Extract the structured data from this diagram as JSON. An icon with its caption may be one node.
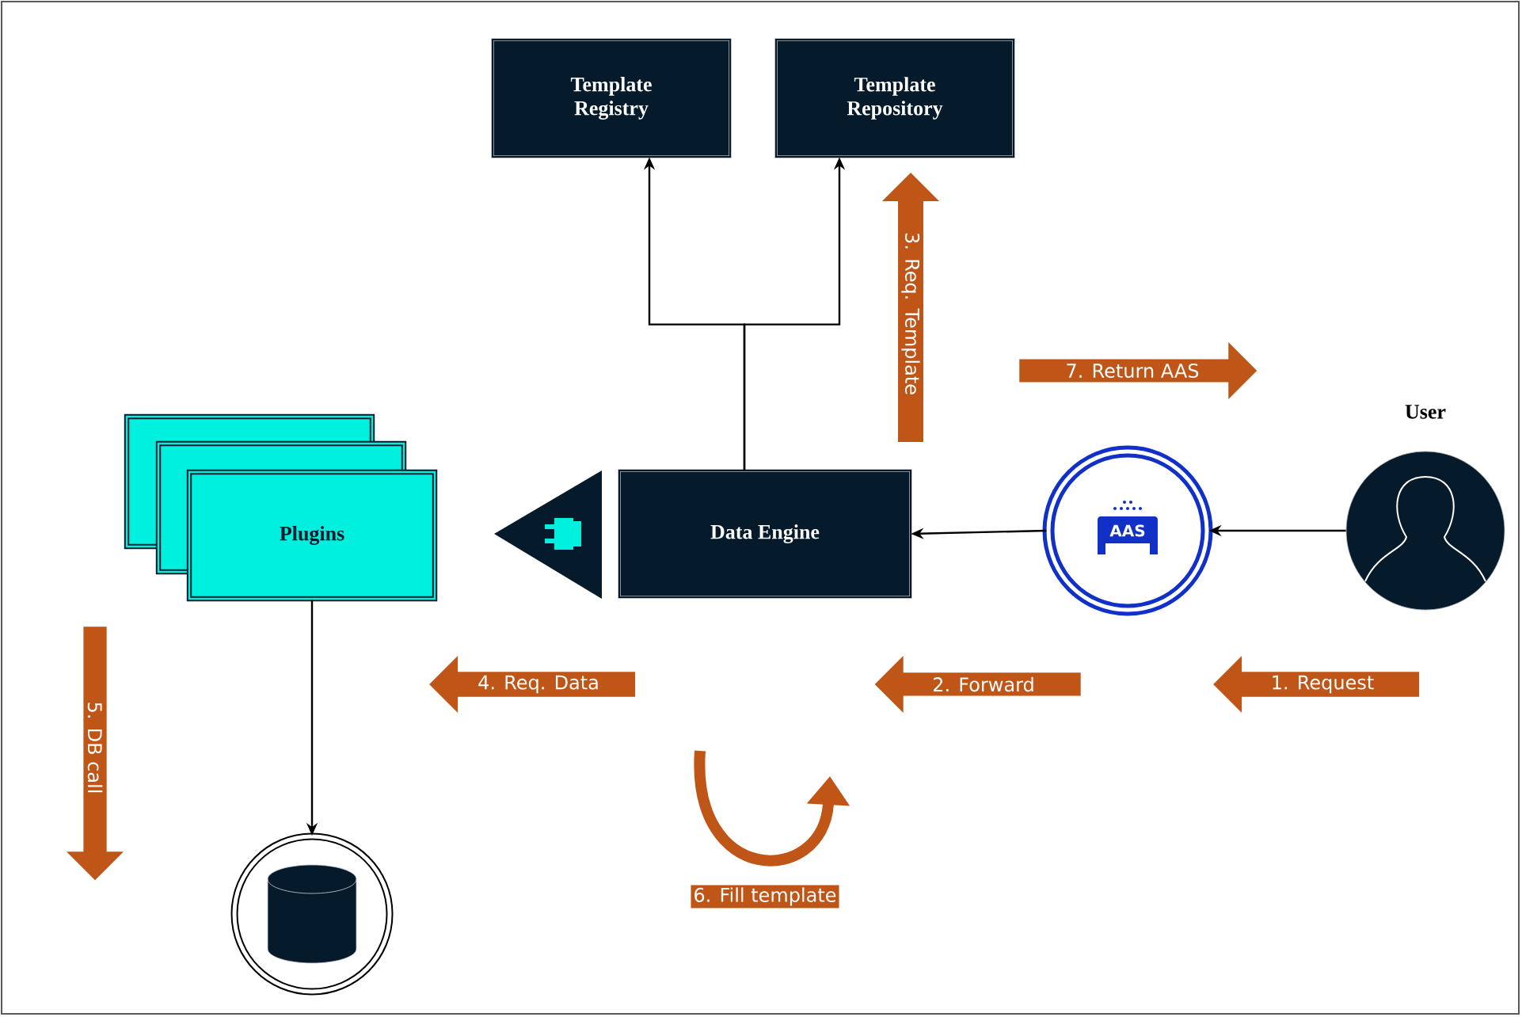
{
  "diagram": {
    "nodes": [
      {
        "text": [
          "Template Registry"
        ]
      },
      {
        "text": [
          "Template Repository"
        ]
      },
      {
        "text": [
          "Data Engine"
        ]
      },
      {
        "text": [
          "Plugins"
        ]
      },
      {
        "text": [],
        "shape": "cylinder"
      },
      {
        "text": [
          "AAS"
        ]
      },
      {
        "text": [],
        "shape": "person",
        "beside": [
          "User"
        ]
      }
    ],
    "edges": [
      {
        "from": 2,
        "to": 0,
        "arrow": "to"
      },
      {
        "from": 2,
        "to": 1,
        "arrow": "to"
      },
      {
        "from": 6,
        "to": 5,
        "arrow": "to"
      },
      {
        "from": 5,
        "to": 2,
        "arrow": "to"
      },
      {
        "from": 3,
        "to": 4,
        "arrow": "to"
      }
    ],
    "labels": [
      "3. Req. Template",
      "7. Return AAS",
      "5. DB call",
      "4. Req. Data",
      "2. Forward",
      "1. Request",
      "6. Fill template"
    ]
  }
}
